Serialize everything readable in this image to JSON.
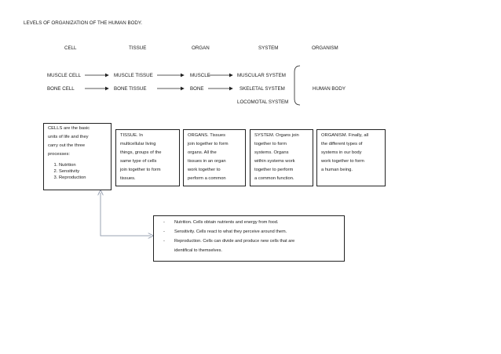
{
  "title": "LEVELS OF ORGANIZATION OF THE HUMAN BODY.",
  "headers": [
    "CELL",
    "TISSUE",
    "ORGAN",
    "SYSTEM",
    "ORGANISM"
  ],
  "chain": {
    "muscle_cell": "MUSCLE CELL",
    "muscle_tissue": "MUSCLE TISSUE",
    "muscle": "MUSCLE",
    "muscular_system": "MUSCULAR SYSTEM",
    "bone_cell": "BONE CELL",
    "bone_tissue": "BONE TISSUE",
    "bone": "BONE",
    "skeletal_system": "SKELETAL SYSTEM",
    "locomotal_system": "LOCOMOTAL SYSTEM",
    "human_body": "HUMAN BODY"
  },
  "boxes": {
    "cells": {
      "lines": [
        "CELLS are the basic",
        "units of life and they",
        "carry out the three",
        "processes:"
      ],
      "items": [
        "Nutrition",
        "Sensitivity",
        "Reproduction"
      ]
    },
    "tissue": {
      "lines": [
        "TISSUE.  In",
        "multicellular living",
        "things, groups of the",
        "same type of cells",
        "join together to form",
        "tissues."
      ]
    },
    "organs": {
      "lines": [
        "ORGANS. Tissues",
        "join together to form",
        "organs. All the",
        "tissues in an organ",
        "work together to",
        "perform a common"
      ]
    },
    "system": {
      "lines": [
        "SYSTEM.  Organs join",
        "together to form",
        "systems. Organs",
        "within systems work",
        "together to perform",
        "a common function."
      ]
    },
    "organism": {
      "lines": [
        "ORGANISM.   Finally, all",
        "the different types  of",
        "systems in our body",
        "work together to form",
        "a human being."
      ]
    }
  },
  "processes": [
    "Nutrition. Cells obtain nutrients and energy from food.",
    "Sensitivity.  Cells react to what they perceive around  them.",
    "Reproduction.  Cells  can  divide  and  produce  new cells  that  are",
    "identifical to themselves."
  ],
  "bullet_dash": "-",
  "colors": {
    "line": "#222222",
    "arrow": "#9aa3b3"
  }
}
